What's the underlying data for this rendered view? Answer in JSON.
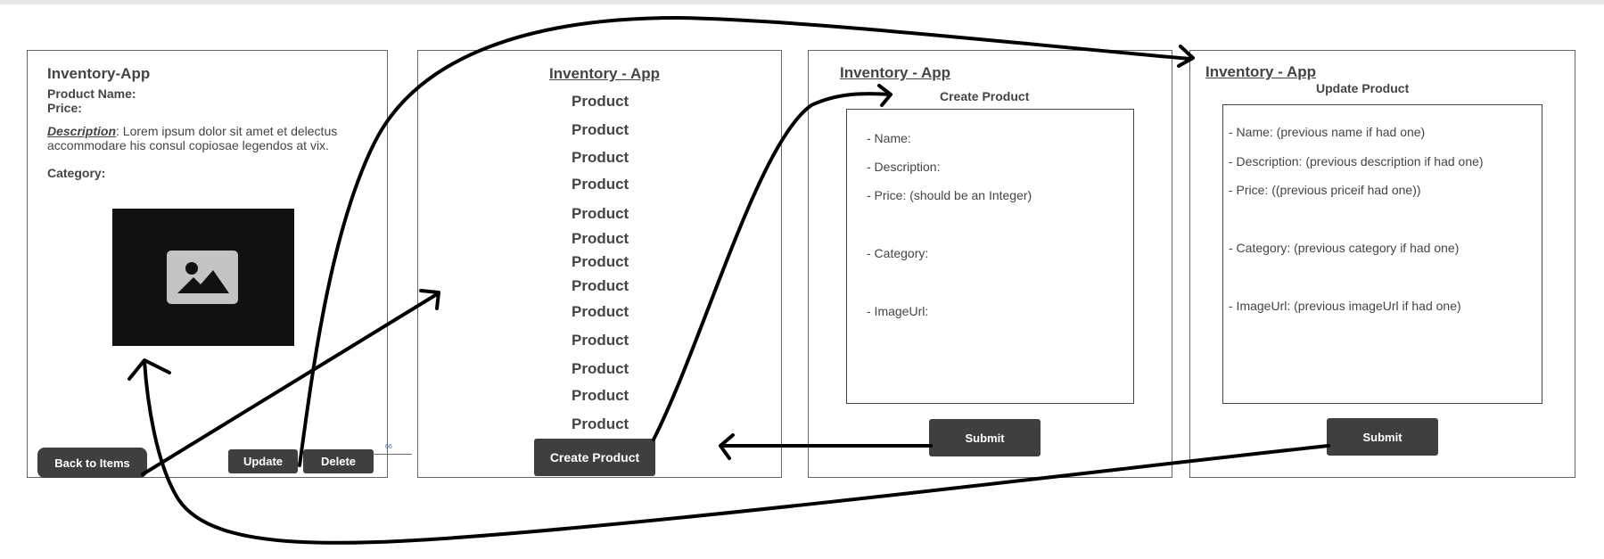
{
  "panel1": {
    "title": "Inventory-App",
    "product_name_label": "Product Name:",
    "price_label": "Price:",
    "description_label": "Description",
    "description_text": ": Lorem ipsum dolor sit amet et delectus",
    "description_text2": "accommodare his consul copiosae legendos at vix.",
    "category_label": "Category:",
    "image_icon": "image-placeholder-icon",
    "back_button": "Back to Items",
    "update_button": "Update",
    "delete_button": "Delete",
    "small_marker": "66"
  },
  "panel2": {
    "title": "Inventory - App",
    "products": [
      "Product",
      "Product",
      "Product",
      "Product",
      "Product",
      "Product",
      "Product",
      "Product",
      "Product",
      "Product",
      "Product",
      "Product",
      "Product"
    ],
    "create_button": "Create Product"
  },
  "panel3": {
    "title": "Inventory - App",
    "subtitle": "Create Product",
    "fields": [
      "- Name:",
      "- Description:",
      "- Price: (should be an Integer)",
      "- Category:",
      "- ImageUrl:"
    ],
    "submit_button": "Submit"
  },
  "panel4": {
    "title": "Inventory - App",
    "subtitle": "Update Product",
    "fields": [
      "- Name: (previous name if had one)",
      "- Description: (previous description if had one)",
      "- Price: ((previous priceif had one))",
      "- Category: (previous category if had one)",
      "- ImageUrl: (previous imageUrl if had one)"
    ],
    "submit_button": "Submit"
  },
  "colors": {
    "button_bg": "#3f3f3f",
    "arrow": "#000000",
    "image_bg": "#111111"
  }
}
